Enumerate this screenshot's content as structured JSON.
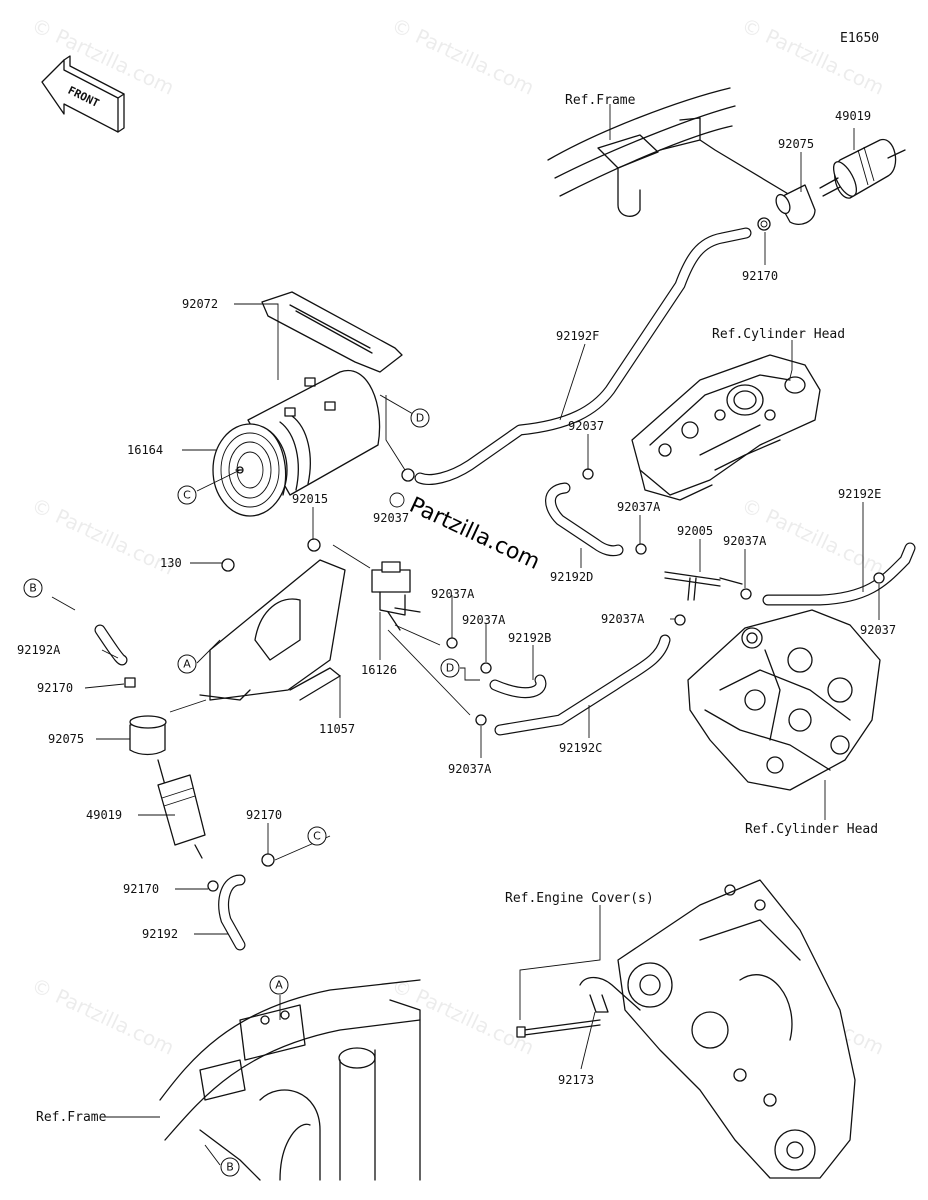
{
  "diagram_code": "E1650",
  "front_arrow_label": "FRONT",
  "watermark": {
    "text": "© Partzilla.com",
    "center_text": "Partzilla.com"
  },
  "callout_letters": [
    "A",
    "B",
    "C",
    "D"
  ],
  "labels": {
    "ref_frame_top": "Ref.Frame",
    "ref_frame_bottom": "Ref.Frame",
    "ref_cylinder_head_top": "Ref.Cylinder Head",
    "ref_cylinder_head_right": "Ref.Cylinder Head",
    "ref_engine_cover": "Ref.Engine Cover(s)"
  },
  "parts": [
    {
      "id": "p49019_top",
      "number": "49019"
    },
    {
      "id": "p92075_top",
      "number": "92075"
    },
    {
      "id": "p92170_top",
      "number": "92170"
    },
    {
      "id": "p92072",
      "number": "92072"
    },
    {
      "id": "p92192F",
      "number": "92192F"
    },
    {
      "id": "p16164",
      "number": "16164"
    },
    {
      "id": "p92037_head",
      "number": "92037"
    },
    {
      "id": "p92037_mid",
      "number": "92037"
    },
    {
      "id": "p92015",
      "number": "92015"
    },
    {
      "id": "p92037A_1",
      "number": "92037A"
    },
    {
      "id": "p92192E",
      "number": "92192E"
    },
    {
      "id": "p92005",
      "number": "92005"
    },
    {
      "id": "p92037A_2",
      "number": "92037A"
    },
    {
      "id": "p130",
      "number": "130"
    },
    {
      "id": "p92192D",
      "number": "92192D"
    },
    {
      "id": "p92037A_3",
      "number": "92037A"
    },
    {
      "id": "p92037_right",
      "number": "92037"
    },
    {
      "id": "p92037A_4",
      "number": "92037A"
    },
    {
      "id": "p92037A_5",
      "number": "92037A"
    },
    {
      "id": "p92192A",
      "number": "92192A"
    },
    {
      "id": "p92192B",
      "number": "92192B"
    },
    {
      "id": "p16126",
      "number": "16126"
    },
    {
      "id": "p92170_left",
      "number": "92170"
    },
    {
      "id": "p11057",
      "number": "11057"
    },
    {
      "id": "p92075_left",
      "number": "92075"
    },
    {
      "id": "p92192C",
      "number": "92192C"
    },
    {
      "id": "p92037A_6",
      "number": "92037A"
    },
    {
      "id": "p49019_left",
      "number": "49019"
    },
    {
      "id": "p92170_mid",
      "number": "92170"
    },
    {
      "id": "p92170_low",
      "number": "92170"
    },
    {
      "id": "p92192",
      "number": "92192"
    },
    {
      "id": "p92173",
      "number": "92173"
    }
  ]
}
